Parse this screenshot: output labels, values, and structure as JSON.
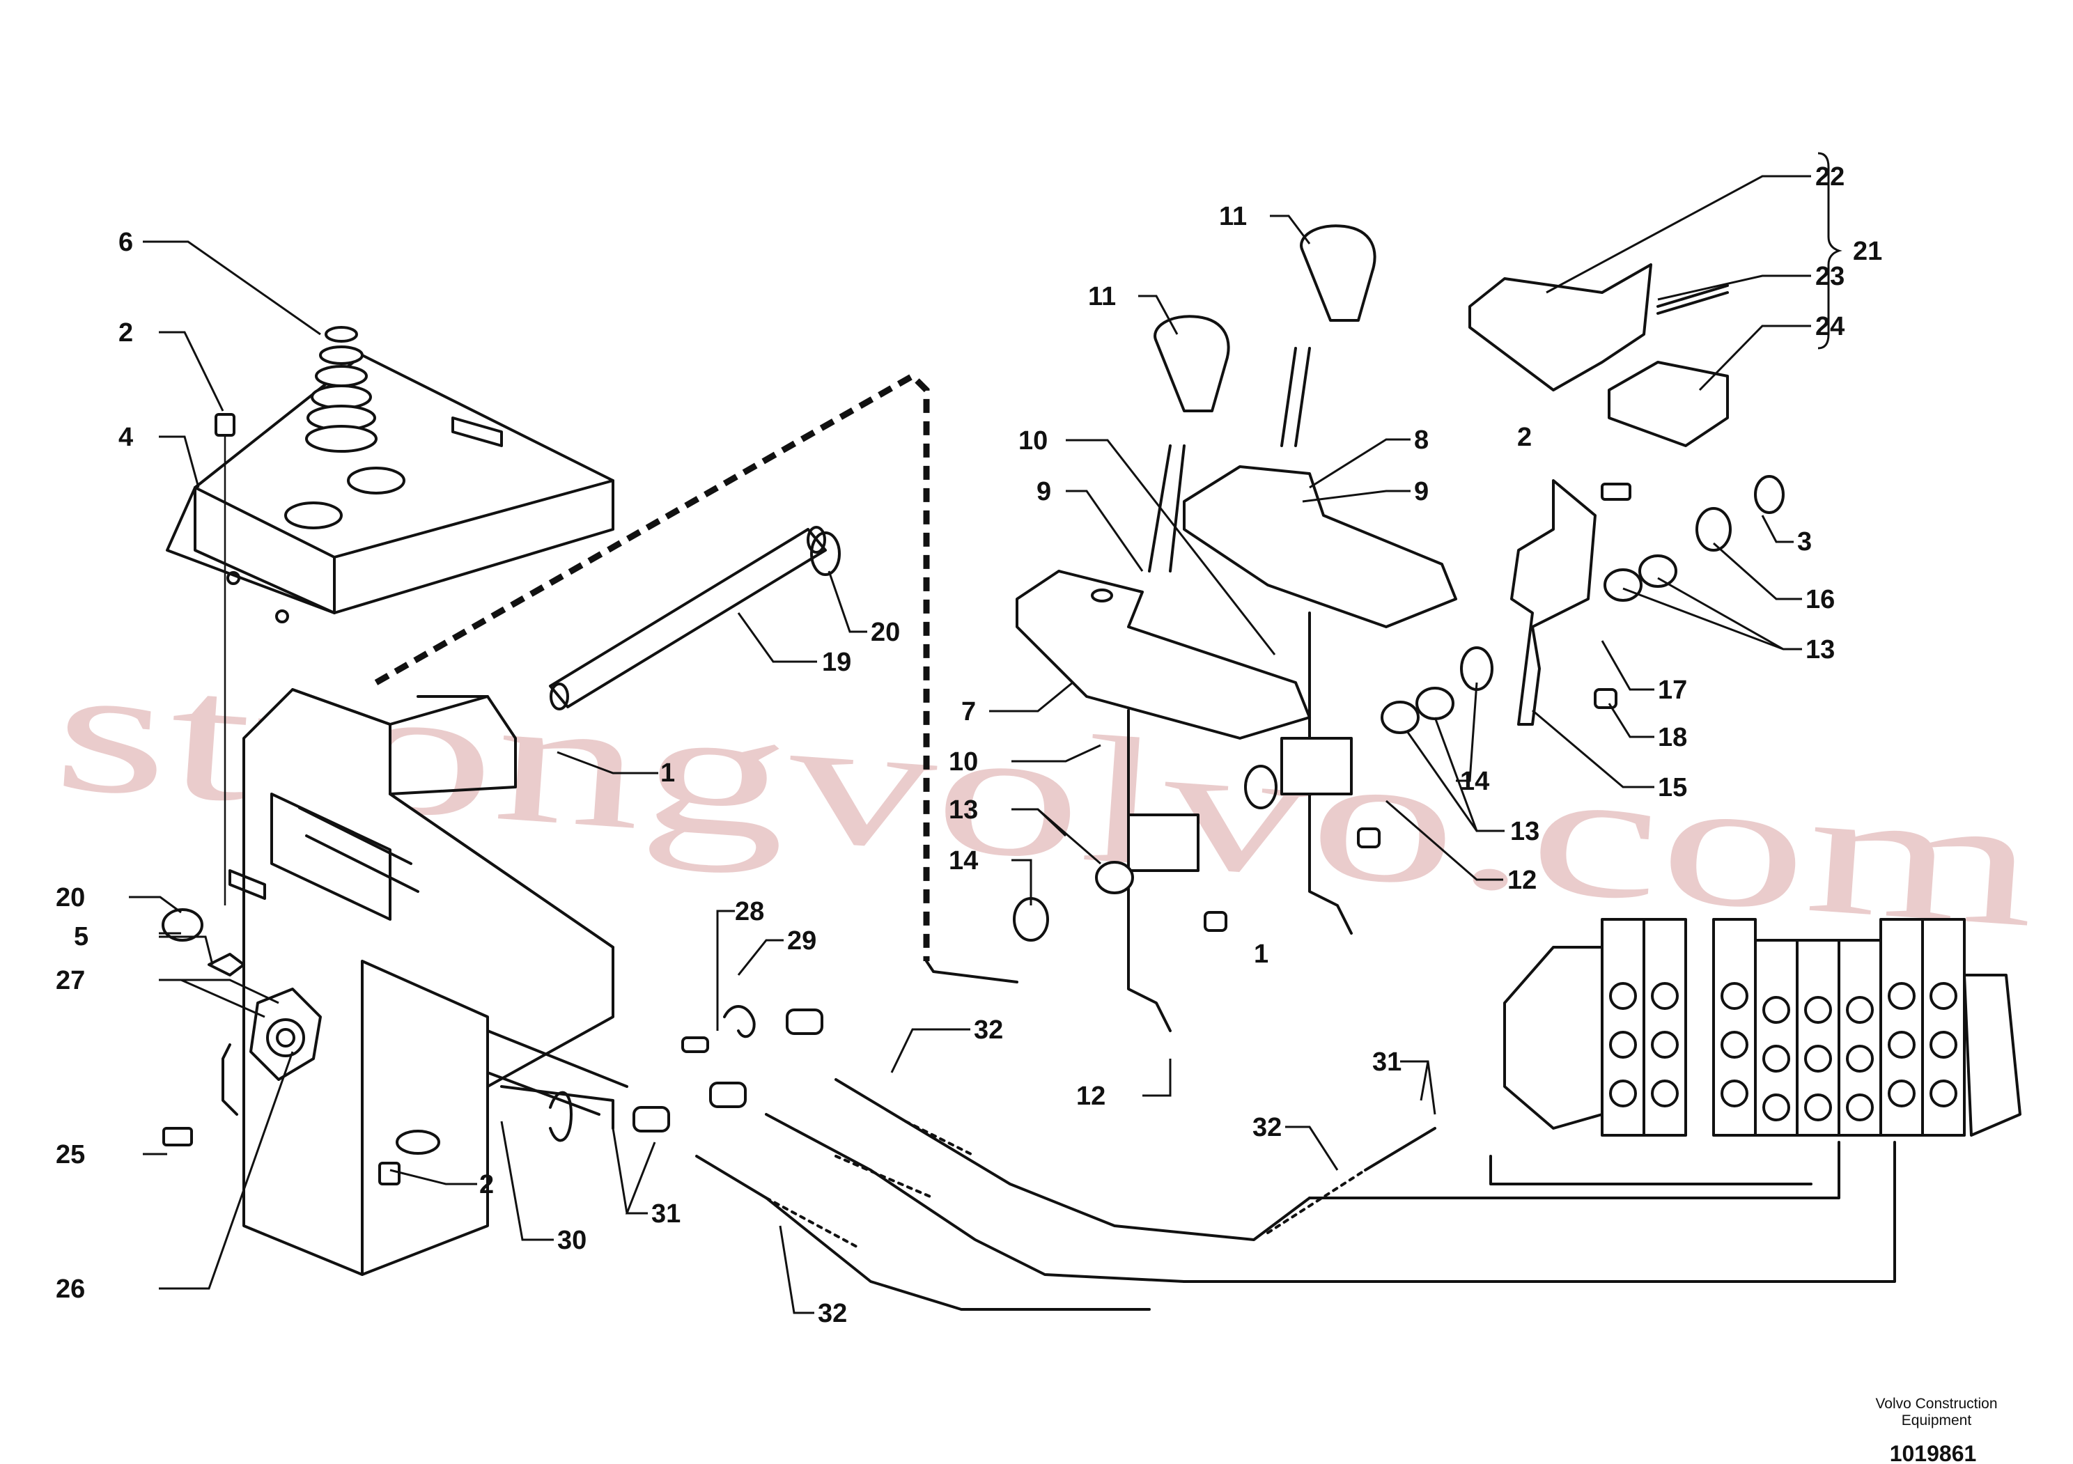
{
  "callouts": [
    {
      "label": "1"
    },
    {
      "label": "2"
    },
    {
      "label": "2"
    },
    {
      "label": "2"
    },
    {
      "label": "3"
    },
    {
      "label": "4"
    },
    {
      "label": "5"
    },
    {
      "label": "6"
    },
    {
      "label": "7"
    },
    {
      "label": "8"
    },
    {
      "label": "9"
    },
    {
      "label": "9"
    },
    {
      "label": "10"
    },
    {
      "label": "10"
    },
    {
      "label": "11"
    },
    {
      "label": "11"
    },
    {
      "label": "12"
    },
    {
      "label": "12"
    },
    {
      "label": "13"
    },
    {
      "label": "13"
    },
    {
      "label": "13"
    },
    {
      "label": "14"
    },
    {
      "label": "14"
    },
    {
      "label": "15"
    },
    {
      "label": "16"
    },
    {
      "label": "17"
    },
    {
      "label": "18"
    },
    {
      "label": "19"
    },
    {
      "label": "20"
    },
    {
      "label": "20"
    },
    {
      "label": "21"
    },
    {
      "label": "22"
    },
    {
      "label": "23"
    },
    {
      "label": "24"
    },
    {
      "label": "25"
    },
    {
      "label": "26"
    },
    {
      "label": "27"
    },
    {
      "label": "28"
    },
    {
      "label": "29"
    },
    {
      "label": "30"
    },
    {
      "label": "31"
    },
    {
      "label": "31"
    },
    {
      "label": "32"
    },
    {
      "label": "32"
    },
    {
      "label": "32"
    },
    {
      "label": "1"
    }
  ],
  "watermark": "strongvolvo.com",
  "brand_line1": "Volvo Construction",
  "brand_line2": "Equipment",
  "document_number": "1019861"
}
